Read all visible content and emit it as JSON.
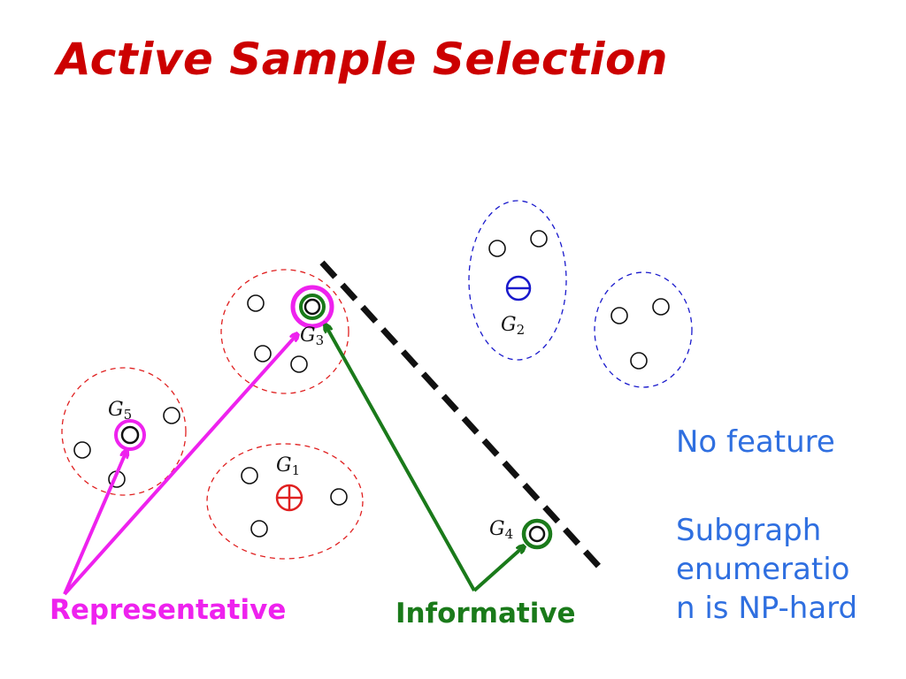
{
  "title": "Active Sample Selection",
  "graphs": {
    "g1": {
      "base": "G",
      "sub": "1"
    },
    "g2": {
      "base": "G",
      "sub": "2"
    },
    "g3": {
      "base": "G",
      "sub": "3"
    },
    "g4": {
      "base": "G",
      "sub": "4"
    },
    "g5": {
      "base": "G",
      "sub": "5"
    }
  },
  "labels": {
    "representative": "Representative",
    "informative": "Informative"
  },
  "side_notes": {
    "line1": "No feature",
    "line2": "Subgraph",
    "line3": "enumeratio",
    "line4": "n is NP-hard"
  },
  "colors": {
    "title": "#cc0000",
    "positive": "#e02020",
    "negative": "#1a1acc",
    "representative": "#ee22ee",
    "informative": "#1a7a1a",
    "side_text": "#2f6fe0"
  }
}
